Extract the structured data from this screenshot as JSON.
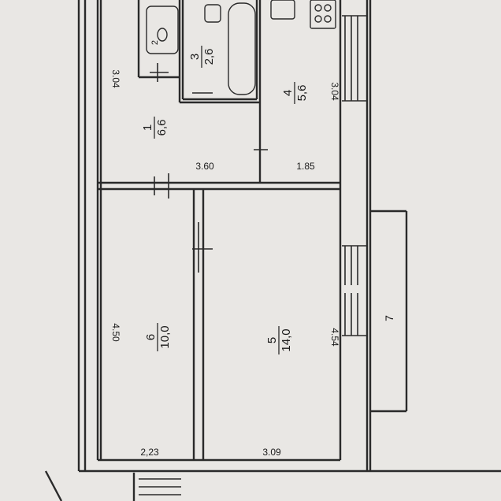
{
  "rooms": [
    {
      "id": "1",
      "area": "6,6"
    },
    {
      "id": "2",
      "area": ""
    },
    {
      "id": "3",
      "area": "2,6"
    },
    {
      "id": "4",
      "area": "5,6"
    },
    {
      "id": "5",
      "area": "14,0"
    },
    {
      "id": "6",
      "area": "10,0"
    },
    {
      "id": "7",
      "area": ""
    }
  ],
  "dimensions": {
    "left_top": "3.04",
    "right_top": "3.04",
    "hall_width": "3.60",
    "kitchen_width": "1.85",
    "left_bottom": "4.50",
    "right_bottom": "4.54",
    "room6_width": "2,23",
    "room5_width": "3.09"
  },
  "colors": {
    "paper": "#e9e7e4",
    "line": "#2a2a2a"
  }
}
